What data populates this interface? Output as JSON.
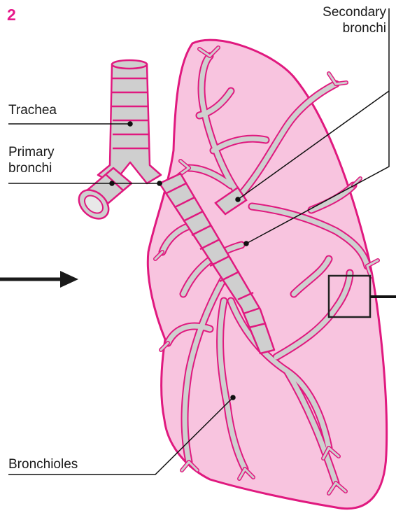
{
  "step_number": "2",
  "labels": {
    "trachea": "Trachea",
    "primary_bronchi": "Primary\nbronchi",
    "secondary_bronchi": "Secondary\nbronchi",
    "bronchioles": "Bronchioles"
  },
  "colors": {
    "lung_fill": "#f8c4df",
    "outline": "#e0197f",
    "airway": "#cfcfcf",
    "accent_text": "#e6198a",
    "line": "#111111"
  }
}
